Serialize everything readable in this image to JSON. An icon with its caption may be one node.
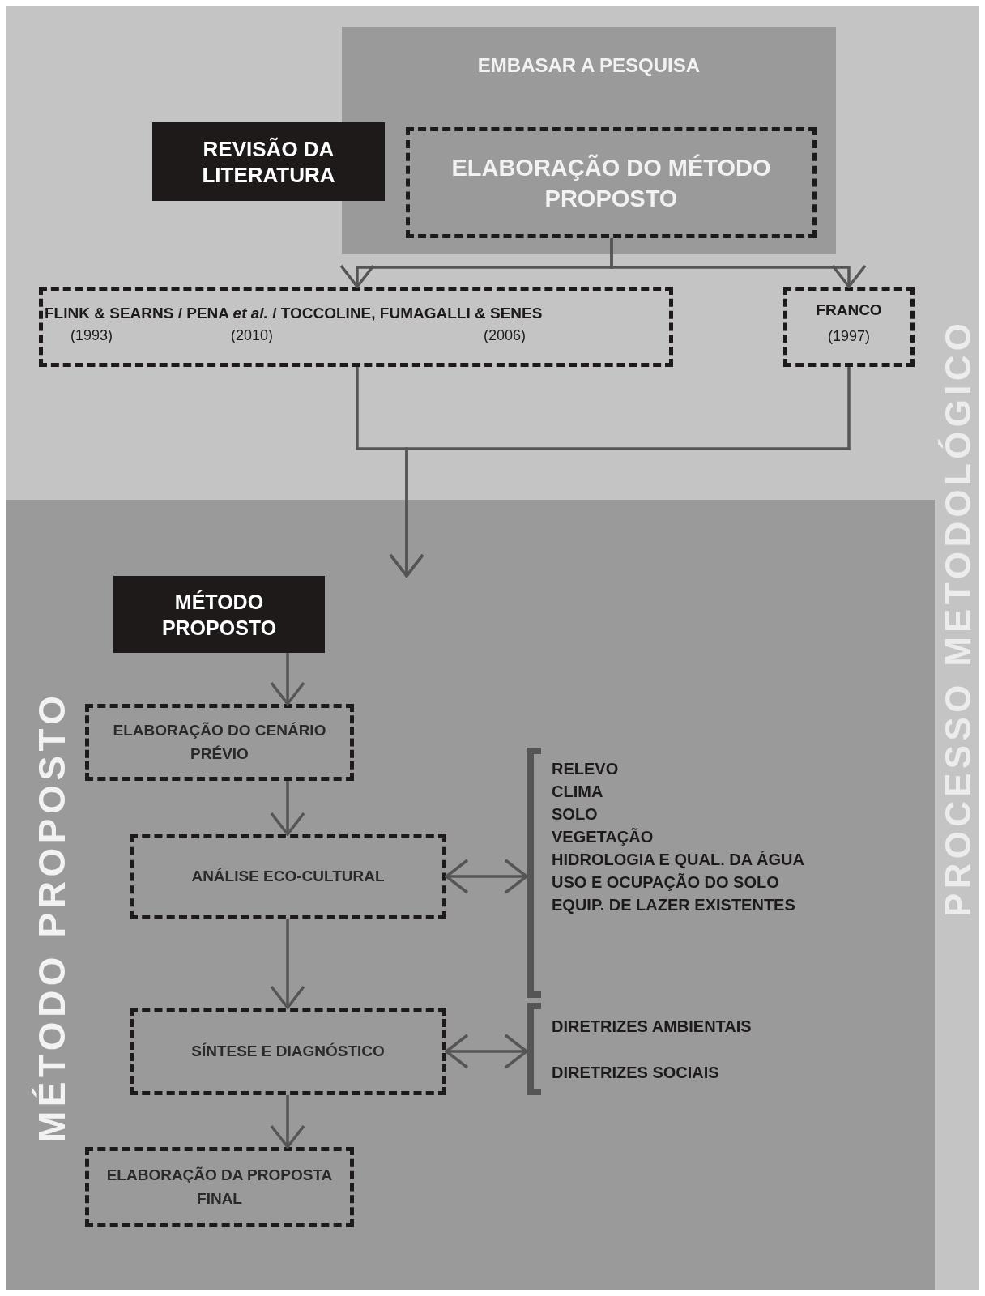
{
  "diagram": {
    "nodes": [
      {
        "text": [
          "PROCESSO METODOLÓGICO"
        ]
      },
      {
        "text": [
          "EMBASAR A PESQUISA"
        ],
        "in": 0
      },
      {
        "text": [
          "REVISÃO DA LITERATURA"
        ],
        "in": 0
      },
      {
        "text": [
          "ELABORAÇÃO DO MÉTODO PROPOSTO"
        ],
        "in": 1
      },
      {
        "text": [
          "FLINK & SEARNS / PENA *et al.* / TOCCOLINE, FUMAGALLI & SENES",
          "(1993)",
          "(2010)",
          "(2006)"
        ],
        "in": 0
      },
      {
        "text": [
          "FRANCO",
          "(1997)"
        ],
        "in": 0
      },
      {
        "text": [
          "MÉTODO PROPOSTO"
        ],
        "in": 0
      },
      {
        "text": [
          "MÉTODO PROPOSTO"
        ],
        "in": 6
      },
      {
        "text": [
          "ELABORAÇÃO DO CENÁRIO PRÉVIO"
        ],
        "in": 6
      },
      {
        "text": [
          "ANÁLISE ECO-CULTURAL"
        ],
        "in": 6
      },
      {
        "text": [
          "RELEVO",
          "CLIMA",
          "SOLO",
          "VEGETAÇÃO",
          "HIDROLOGIA E QUAL. DA ÁGUA",
          "USO E OCUPAÇÃO DO SOLO",
          "EQUIP. DE LAZER EXISTENTES"
        ],
        "in": 6
      },
      {
        "text": [
          "SÍNTESE E DIAGNÓSTICO"
        ],
        "in": 6
      },
      {
        "text": [
          "DIRETRIZES AMBIENTAIS",
          "DIRETRIZES SOCIAIS"
        ],
        "in": 6
      },
      {
        "text": [
          "ELABORAÇÃO DA PROPOSTA FINAL"
        ],
        "in": 6
      }
    ],
    "edges": [
      {
        "from": 3,
        "to": 4,
        "arrow": "to"
      },
      {
        "from": 3,
        "to": 5,
        "arrow": "to"
      },
      {
        "from": 4,
        "to": 7,
        "arrow": "to"
      },
      {
        "from": 5,
        "to": 7,
        "arrow": "to"
      },
      {
        "from": 7,
        "to": 8,
        "arrow": "to"
      },
      {
        "from": 8,
        "to": 9,
        "arrow": "to"
      },
      {
        "from": 9,
        "to": 10,
        "arrow": "both"
      },
      {
        "from": 9,
        "to": 11,
        "arrow": "to"
      },
      {
        "from": 11,
        "to": 12,
        "arrow": "both"
      },
      {
        "from": 11,
        "to": 13,
        "arrow": "to"
      }
    ]
  }
}
